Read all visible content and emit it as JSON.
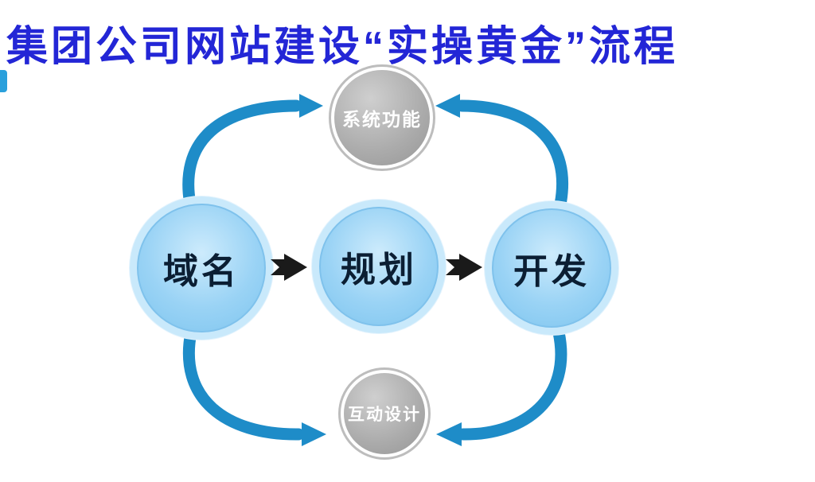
{
  "title": "集团公司网站建设“实操黄金”流程",
  "nodes": {
    "domain": {
      "label": "域名",
      "shape": "circle",
      "color": "blue"
    },
    "planning": {
      "label": "规划",
      "shape": "circle",
      "color": "blue"
    },
    "development": {
      "label": "开发",
      "shape": "circle",
      "color": "blue"
    },
    "system_functions": {
      "label": "系统功能",
      "shape": "circle",
      "color": "gray"
    },
    "interaction_design": {
      "label": "互动设计",
      "shape": "circle",
      "color": "gray"
    }
  },
  "edges": [
    {
      "from": "域名",
      "to": "规划",
      "style": "black-arrow"
    },
    {
      "from": "规划",
      "to": "开发",
      "style": "black-arrow"
    },
    {
      "from": "域名",
      "to": "系统功能",
      "style": "blue-arc"
    },
    {
      "from": "开发",
      "to": "系统功能",
      "style": "blue-arc"
    },
    {
      "from": "域名",
      "to": "互动设计",
      "style": "blue-arc"
    },
    {
      "from": "开发",
      "to": "互动设计",
      "style": "blue-arc"
    }
  ],
  "colors": {
    "title_color": "#2326d6",
    "arrow_blue": "#1e8cc8",
    "node_blue_ring": "#c9e9fb",
    "node_blue_fill": "#9ad3f5",
    "node_blue_border": "#7fc2ec",
    "node_blue_text": "#0b1e33",
    "node_gray_fill": "#ababab",
    "node_gray_border": "#bdbdbd",
    "node_gray_text": "#ffffff",
    "black_arrow": "#1a1a1a"
  }
}
